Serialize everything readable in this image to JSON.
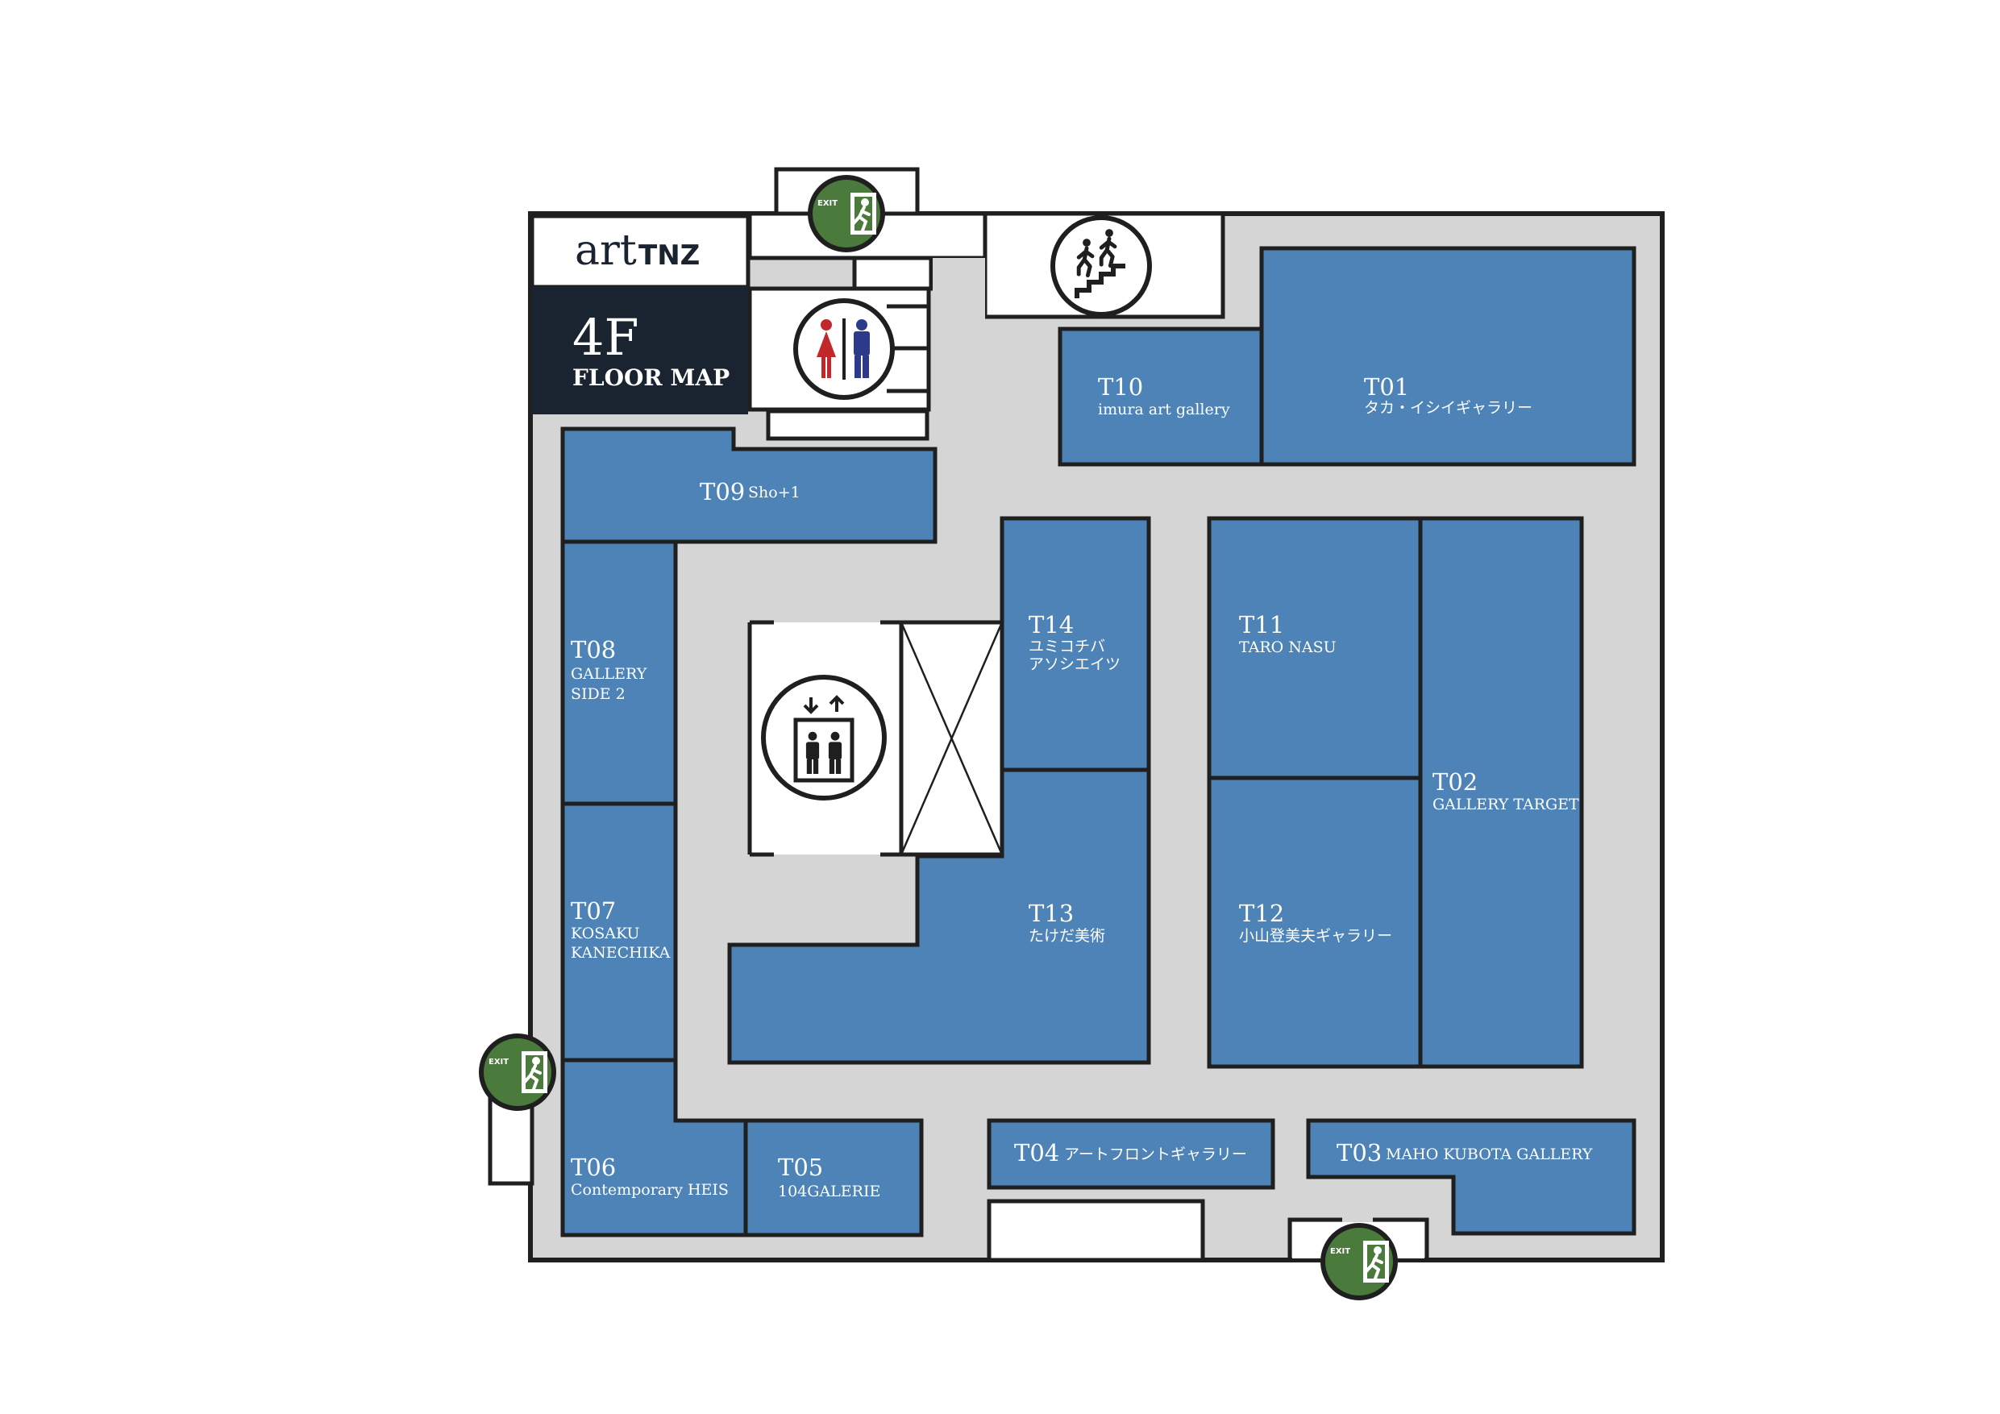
{
  "brand": {
    "logo_art": "art",
    "logo_tnz": "TNZ",
    "floor": "4F",
    "floor_subtitle": "FLOOR MAP"
  },
  "colors": {
    "booth": "#4d83b6",
    "corridor": "#d5d5d5",
    "title_panel": "#1a2330",
    "exit": "#4a7a3c",
    "female": "#c0282c",
    "male": "#2d3a8c"
  },
  "icons": {
    "exit": "emergency-exit-icon",
    "stairs": "stairs-icon",
    "restroom": "restroom-icon",
    "elevator": "elevator-icon"
  },
  "exit_label": "EXIT",
  "booths": [
    {
      "id": "t01",
      "code": "T01",
      "name": "タカ・イシイギャラリー"
    },
    {
      "id": "t02",
      "code": "T02",
      "name": "GALLERY TARGET"
    },
    {
      "id": "t03",
      "code": "T03",
      "name": "MAHO KUBOTA GALLERY"
    },
    {
      "id": "t04",
      "code": "T04",
      "name": "アートフロントギャラリー"
    },
    {
      "id": "t05",
      "code": "T05",
      "name": "104GALERIE"
    },
    {
      "id": "t06",
      "code": "T06",
      "name": "Contemporary HEIS"
    },
    {
      "id": "t07",
      "code": "T07",
      "name": [
        "KOSAKU",
        "KANECHIKA"
      ]
    },
    {
      "id": "t08",
      "code": "T08",
      "name": [
        "GALLERY",
        "SIDE 2"
      ]
    },
    {
      "id": "t09",
      "code": "T09",
      "name": "Sho+1"
    },
    {
      "id": "t10",
      "code": "T10",
      "name": "imura art gallery"
    },
    {
      "id": "t11",
      "code": "T11",
      "name": "TARO NASU"
    },
    {
      "id": "t12",
      "code": "T12",
      "name": "小山登美夫ギャラリー"
    },
    {
      "id": "t13",
      "code": "T13",
      "name": "たけだ美術"
    },
    {
      "id": "t14",
      "code": "T14",
      "name": [
        "ユミコチバ",
        "アソシエイツ"
      ]
    }
  ]
}
